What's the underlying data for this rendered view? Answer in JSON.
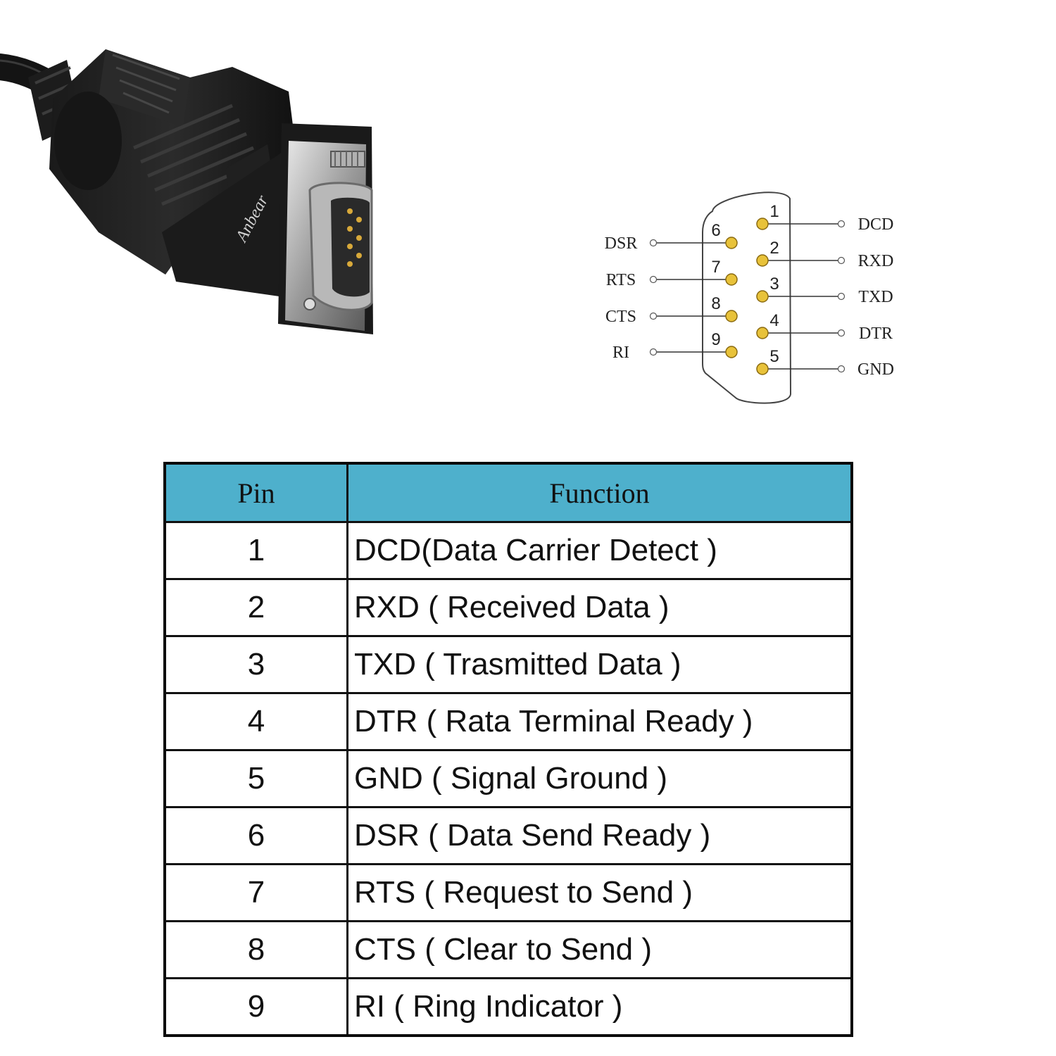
{
  "product_image": {
    "brand_text": "Anbear"
  },
  "connector_pinout": {
    "pin_color": "#e8c23a",
    "pins": [
      {
        "number": "1",
        "signal": "DCD"
      },
      {
        "number": "2",
        "signal": "RXD"
      },
      {
        "number": "3",
        "signal": "TXD"
      },
      {
        "number": "4",
        "signal": "DTR"
      },
      {
        "number": "5",
        "signal": "GND"
      },
      {
        "number": "6",
        "signal": "DSR"
      },
      {
        "number": "7",
        "signal": "RTS"
      },
      {
        "number": "8",
        "signal": "CTS"
      },
      {
        "number": "9",
        "signal": "RI"
      }
    ]
  },
  "pin_table": {
    "header_color": "#4eb0cc",
    "headers": {
      "pin": "Pin",
      "function": "Function"
    },
    "rows": [
      {
        "pin": "1",
        "function": "DCD(Data Carrier Detect )"
      },
      {
        "pin": "2",
        "function": "RXD ( Received Data )"
      },
      {
        "pin": "3",
        "function": "TXD ( Trasmitted Data )"
      },
      {
        "pin": "4",
        "function": "DTR ( Rata Terminal Ready )"
      },
      {
        "pin": "5",
        "function": "GND ( Signal Ground )"
      },
      {
        "pin": "6",
        "function": "DSR ( Data Send Ready )"
      },
      {
        "pin": "7",
        "function": "RTS ( Request to Send )"
      },
      {
        "pin": "8",
        "function": "CTS ( Clear to Send )"
      },
      {
        "pin": "9",
        "function": "RI ( Ring Indicator )"
      }
    ]
  }
}
